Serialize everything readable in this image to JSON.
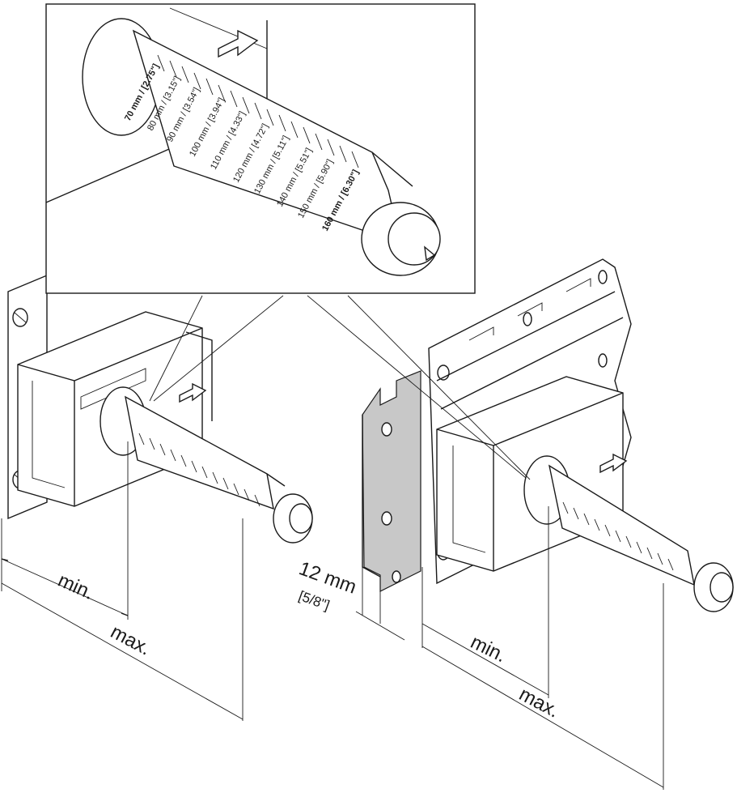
{
  "callout_scale": {
    "marks": [
      "70 mm / [2.75\"]",
      "80 mm / [3.15\"]",
      "90 mm / [3.54\"]",
      "100 mm / [3.94\"]",
      "110 mm / [4.33\"]",
      "120 mm / [4.72\"]",
      "130 mm / [5.11\"]",
      "140 mm / [5.51\"]",
      "150 mm / [5.90\"]",
      "160 mm / [6.30\"]"
    ]
  },
  "left_assembly": {
    "min_label": "min.",
    "max_label": "max."
  },
  "right_assembly": {
    "min_label": "min.",
    "max_label": "max."
  },
  "spacer": {
    "thickness_label": "12 mm",
    "thickness_imperial": "[5/8\"]"
  }
}
